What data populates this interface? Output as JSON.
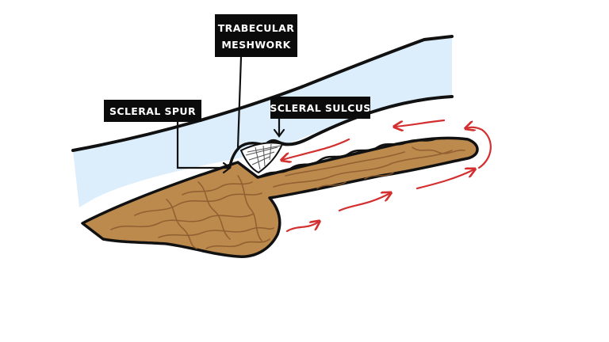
{
  "labels": {
    "trabecular_line1": "TRABECULAR",
    "trabecular_line2": "MESHWORK",
    "scleral_spur": "SCLERAL SPUR",
    "scleral_sulcus": "SCLERAL SULCUS"
  },
  "colors": {
    "sclera": "#dceefb",
    "ciliary_body": "#bd8a4e",
    "ciliary_texture": "#8a5a2e",
    "outline": "#111111",
    "flow_arrows": "#d32f2f",
    "label_bg": "#0b0b0b",
    "label_text": "#ffffff"
  }
}
